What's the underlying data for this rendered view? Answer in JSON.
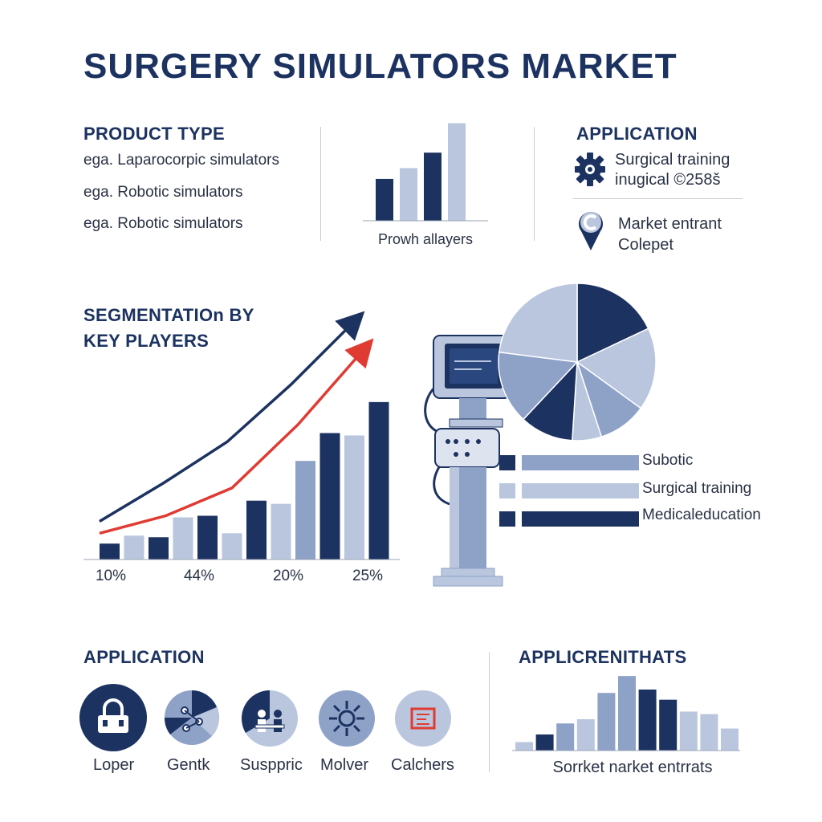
{
  "title": "SURGERY SIMULATORS MARKET",
  "colors": {
    "navy": "#1c3260",
    "mid": "#8ea2c8",
    "light": "#b9c6de",
    "red": "#e03b32",
    "text": "#2a3245"
  },
  "product_type": {
    "heading": "PRODUCT TYPE",
    "items": [
      "ega. Laparocorpic simulators",
      "ega. Robotic simulators",
      "ega. Robotic simulators"
    ]
  },
  "application_top": {
    "heading": "APPLICATION",
    "entries": [
      {
        "icon": "gear-icon",
        "lines": [
          "Surgical training",
          "inugical ©258š"
        ]
      },
      {
        "icon": "location-pin-icon",
        "lines": [
          "Market entrant",
          "Colepet"
        ]
      }
    ]
  },
  "segmentation": {
    "heading_line1": "SEGMENTATIOn BY",
    "heading_line2": "KEY PLAYERS"
  },
  "legend_bars": [
    {
      "label": "Subotic",
      "swatch": "#1c3260",
      "bar": "#8ea2c8",
      "fraction": 1.0
    },
    {
      "label": "Surgical training",
      "swatch": "#b9c6de",
      "bar": "#b9c6de",
      "fraction": 1.0
    },
    {
      "label": "Medicaleducation",
      "swatch": "#1c3260",
      "bar": "#1c3260",
      "fraction": 1.0
    }
  ],
  "bottom_app": {
    "heading": "APPLICATION",
    "items": [
      {
        "label": "Loper",
        "icon": "padlock-icon"
      },
      {
        "label": "Gentk",
        "icon": "network-pie-icon"
      },
      {
        "label": "Susppric",
        "icon": "surgeons-icon"
      },
      {
        "label": "Molver",
        "icon": "sun-virus-icon"
      },
      {
        "label": "Calchers",
        "icon": "circuit-icon"
      }
    ]
  },
  "bottom_right_heading": "APPLICRENITHATS",
  "chart_data": [
    {
      "type": "bar",
      "title": "",
      "xlabel": "Prowh allayers",
      "categories": [
        "1",
        "2",
        "3",
        "4"
      ],
      "values": [
        27,
        34,
        44,
        63
      ],
      "colors": [
        "#1c3260",
        "#b9c6de",
        "#1c3260",
        "#b9c6de"
      ],
      "ylim": [
        0,
        70
      ]
    },
    {
      "type": "bar",
      "title": "",
      "tick_labels": [
        "10%",
        "44%",
        "20%",
        "25%"
      ],
      "values": [
        20,
        30,
        28,
        53,
        55,
        33,
        74,
        70,
        124,
        159,
        156,
        198
      ],
      "colors": [
        "#1c3260",
        "#b9c6de",
        "#1c3260",
        "#b9c6de",
        "#1c3260",
        "#b9c6de",
        "#1c3260",
        "#b9c6de",
        "#8ea2c8",
        "#1c3260",
        "#b9c6de",
        "#1c3260"
      ],
      "ylim": [
        0,
        320
      ],
      "trend_lines": [
        {
          "color": "#1c3260",
          "values": [
            48,
            96,
            148,
            220,
            300
          ]
        },
        {
          "color": "#e03b32",
          "values": [
            33,
            55,
            90,
            170,
            265
          ]
        }
      ]
    },
    {
      "type": "pie",
      "values": [
        18,
        17,
        10,
        6,
        11,
        15,
        23
      ],
      "colors": [
        "#1c3260",
        "#b9c6de",
        "#8ea2c8",
        "#b9c6de",
        "#1c3260",
        "#8ea2c8",
        "#b9c6de"
      ]
    },
    {
      "type": "bar",
      "title": "",
      "xlabel": "Sorrket narket entrrats",
      "values": [
        10,
        19,
        32,
        37,
        68,
        88,
        72,
        60,
        46,
        43,
        26
      ],
      "colors": [
        "#b9c6de",
        "#1c3260",
        "#8ea2c8",
        "#b9c6de",
        "#8ea2c8",
        "#8ea2c8",
        "#1c3260",
        "#1c3260",
        "#b9c6de",
        "#b9c6de",
        "#b9c6de"
      ],
      "ylim": [
        0,
        90
      ]
    }
  ]
}
